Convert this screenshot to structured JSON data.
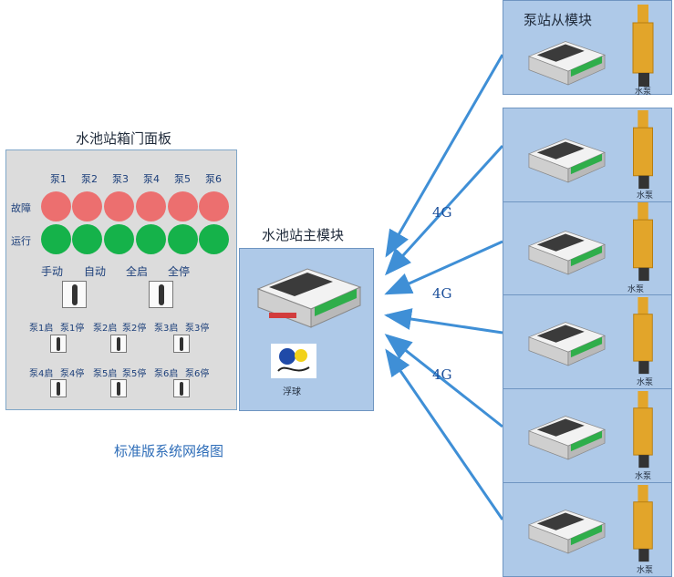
{
  "panel": {
    "title": "水池站箱门面板",
    "pumps": [
      "泵1",
      "泵2",
      "泵3",
      "泵4",
      "泵5",
      "泵6"
    ],
    "row_fault": "故障",
    "row_run": "运行",
    "modes": [
      "手动",
      "自动",
      "全启",
      "全停"
    ],
    "pump_start_stop_row1": [
      "泵1启",
      "泵1停",
      "泵2启",
      "泵2停",
      "泵3启",
      "泵3停"
    ],
    "pump_start_stop_row2": [
      "泵4启",
      "泵4停",
      "泵5启",
      "泵5停",
      "泵6启",
      "泵6停"
    ],
    "colors": {
      "fault": "#ec6f6f",
      "run": "#15b24a"
    }
  },
  "master": {
    "title": "水池站主模块",
    "float_label": "浮球"
  },
  "slaves": {
    "title": "泵站从模块",
    "pump_label": "水泵",
    "count": 6
  },
  "network": {
    "labels": [
      "4G",
      "4G",
      "4G"
    ],
    "line_color": "#3f8fd6"
  },
  "caption": "标准版系统网络图"
}
